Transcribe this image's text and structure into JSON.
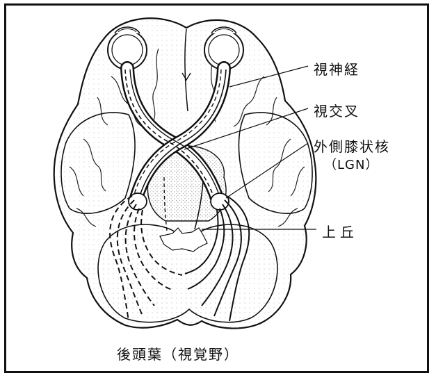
{
  "labels": {
    "optic_nerve": "視神経",
    "optic_chiasm": "視交叉",
    "lgn": "外側膝状核",
    "lgn_abbr": "（LGN）",
    "superior_colliculus": "上丘",
    "occipital_lobe": "後頭葉（視覚野）"
  },
  "colors": {
    "ink": "#111111",
    "background": "#ffffff",
    "stipple": "#8a8a8a"
  }
}
